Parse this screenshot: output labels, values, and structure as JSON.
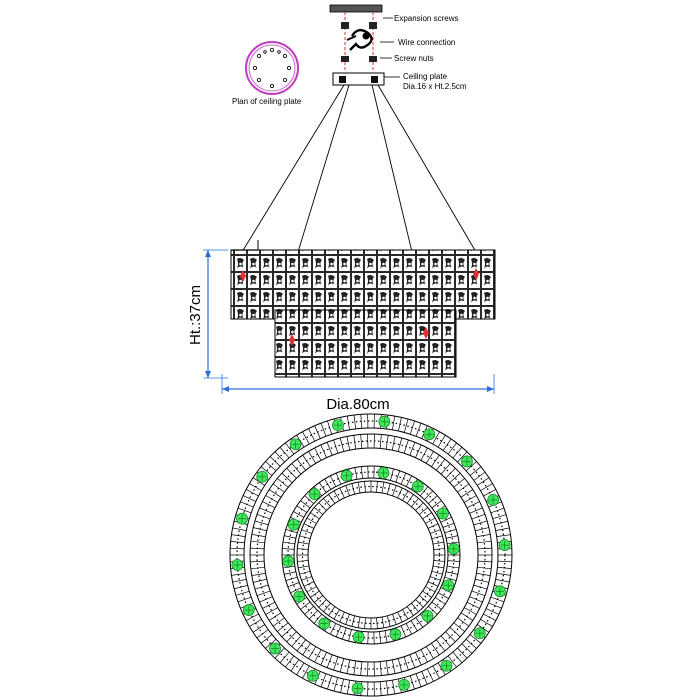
{
  "callouts": {
    "expansion_screws": "Expansion screws",
    "wire_connection": "Wire connection",
    "screw_nuts": "Screw nuts",
    "ceiling_plate": "Ceiling plate",
    "ceiling_plate_dims": "Dia.16 x Ht.2.5cm"
  },
  "plan": {
    "label": "Plan of ceiling plate"
  },
  "dimensions": {
    "height": "Ht.:37cm",
    "diameter": "Dia.80cm"
  },
  "colors": {
    "line": "#000000",
    "dimension": "#2a6fd6",
    "plan_ring": "#c03cc0",
    "hidden_line": "#e03030",
    "bulb_marker": "#3ee85a"
  }
}
